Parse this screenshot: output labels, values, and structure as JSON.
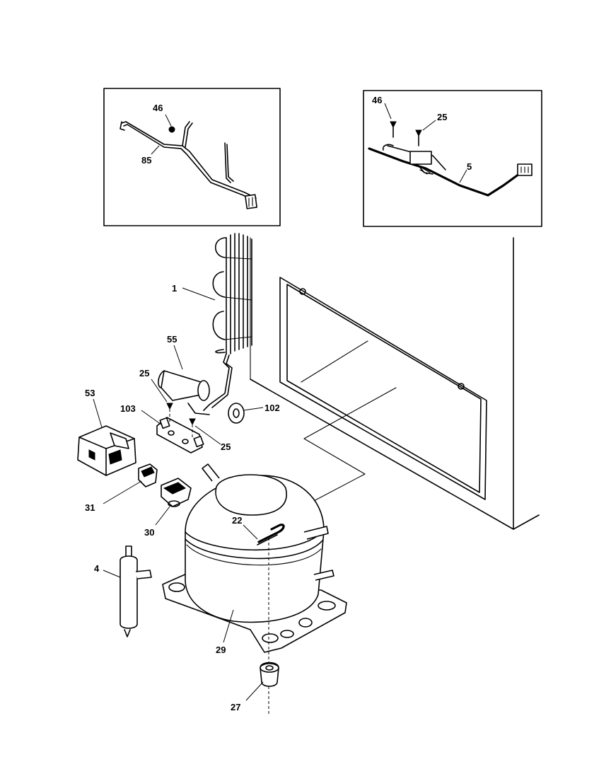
{
  "diagram": {
    "labels": {
      "inset_left": {
        "screw": "46",
        "harness": "85"
      },
      "inset_right": {
        "screw": "46",
        "screw2": "25",
        "harness": "5"
      },
      "parts": {
        "condenser": "1",
        "capacitor": "55",
        "screw_a": "25",
        "bracket": "103",
        "grommet": "102",
        "screw_b": "25",
        "relay": "53",
        "overload": "31",
        "cover": "30",
        "clip": "22",
        "drier": "4",
        "compressor": "29",
        "mount": "27"
      }
    }
  }
}
